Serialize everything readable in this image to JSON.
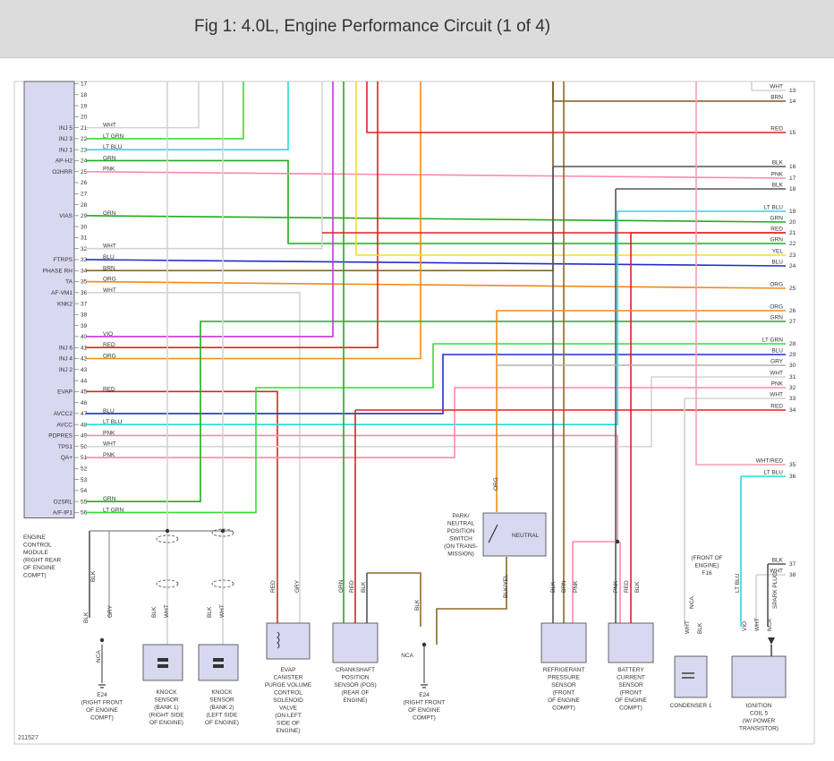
{
  "title": "Fig 1: 4.0L, Engine Performance Circuit (1 of 4)",
  "figure_number": "211527",
  "colors": {
    "WHT": "#d3d3d3",
    "LTGRN": "#33dd33",
    "LTBLU": "#22dddd",
    "GRN": "#22aa22",
    "PNK": "#ff88aa",
    "BLU": "#1f2fcf",
    "BRN": "#7a5a20",
    "ORG": "#f08a1c",
    "VIO": "#cc33dd",
    "RED": "#e02020",
    "GRY": "#b0b0b0",
    "YEL": "#f0e020",
    "BLK": "#555555",
    "DKBRN": "#8a6a2a",
    "LIGHTPNK": "#f4a0b0",
    "BOX": "#d8d8f0"
  },
  "ecm": {
    "label_lines": [
      "ENGINE",
      "CONTROL",
      "MODULE",
      "(RIGHT REAR",
      "OF ENGINE",
      "COMPT)"
    ],
    "pins": [
      {
        "num": "17",
        "label": "",
        "color": ""
      },
      {
        "num": "18",
        "label": "",
        "color": ""
      },
      {
        "num": "19",
        "label": "",
        "color": ""
      },
      {
        "num": "20",
        "label": "",
        "color": ""
      },
      {
        "num": "21",
        "label": "INJ 5",
        "color": "WHT"
      },
      {
        "num": "22",
        "label": "INJ 3",
        "color": "LT GRN"
      },
      {
        "num": "23",
        "label": "INJ 1",
        "color": "LT BLU"
      },
      {
        "num": "24",
        "label": "AP-H2",
        "color": "GRN"
      },
      {
        "num": "25",
        "label": "O2HRR",
        "color": "PNK"
      },
      {
        "num": "26",
        "label": "",
        "color": ""
      },
      {
        "num": "27",
        "label": "",
        "color": ""
      },
      {
        "num": "28",
        "label": "",
        "color": ""
      },
      {
        "num": "29",
        "label": "VIAS",
        "color": "GRN"
      },
      {
        "num": "30",
        "label": "",
        "color": ""
      },
      {
        "num": "31",
        "label": "",
        "color": ""
      },
      {
        "num": "32",
        "label": "",
        "color": "WHT"
      },
      {
        "num": "33",
        "label": "FTRPS",
        "color": "BLU"
      },
      {
        "num": "34",
        "label": "PHASE RH",
        "color": "BRN"
      },
      {
        "num": "35",
        "label": "TA",
        "color": "ORG"
      },
      {
        "num": "36",
        "label": "AF-VM1",
        "color": "WHT"
      },
      {
        "num": "37",
        "label": "KNK2",
        "color": ""
      },
      {
        "num": "38",
        "label": "",
        "color": ""
      },
      {
        "num": "39",
        "label": "",
        "color": ""
      },
      {
        "num": "40",
        "label": "",
        "color": "VIO"
      },
      {
        "num": "41",
        "label": "INJ 6",
        "color": "RED"
      },
      {
        "num": "42",
        "label": "INJ 4",
        "color": "ORG"
      },
      {
        "num": "43",
        "label": "INJ 2",
        "color": ""
      },
      {
        "num": "44",
        "label": "",
        "color": ""
      },
      {
        "num": "45",
        "label": "EVAP",
        "color": "RED"
      },
      {
        "num": "46",
        "label": "",
        "color": ""
      },
      {
        "num": "47",
        "label": "AVCC2",
        "color": "BLU"
      },
      {
        "num": "48",
        "label": "AVCC",
        "color": "LT BLU"
      },
      {
        "num": "49",
        "label": "PDPRES",
        "color": "PNK"
      },
      {
        "num": "50",
        "label": "TPS1",
        "color": "WHT"
      },
      {
        "num": "51",
        "label": "QA+",
        "color": "PNK"
      },
      {
        "num": "52",
        "label": "",
        "color": ""
      },
      {
        "num": "53",
        "label": "",
        "color": ""
      },
      {
        "num": "54",
        "label": "",
        "color": ""
      },
      {
        "num": "55",
        "label": "O2SRL",
        "color": "GRN"
      },
      {
        "num": "56",
        "label": "A/F-IP1",
        "color": "LT GRN"
      }
    ]
  },
  "right_terminals": [
    {
      "num": "13",
      "color": "WHT"
    },
    {
      "num": "14",
      "color": "BRN"
    },
    {
      "num": "15",
      "color": "RED"
    },
    {
      "num": "16",
      "color": "BLK"
    },
    {
      "num": "17",
      "color": "PNK"
    },
    {
      "num": "18",
      "color": "BLK"
    },
    {
      "num": "19",
      "color": "LT BLU"
    },
    {
      "num": "20",
      "color": "GRN"
    },
    {
      "num": "21",
      "color": "RED"
    },
    {
      "num": "22",
      "color": "GRN"
    },
    {
      "num": "23",
      "color": "YEL"
    },
    {
      "num": "24",
      "color": "BLU"
    },
    {
      "num": "25",
      "color": "ORG"
    },
    {
      "num": "26",
      "color": "ORG"
    },
    {
      "num": "27",
      "color": "GRN"
    },
    {
      "num": "28",
      "color": "LT GRN"
    },
    {
      "num": "29",
      "color": "BLU"
    },
    {
      "num": "30",
      "color": "GRY"
    },
    {
      "num": "31",
      "color": "WHT"
    },
    {
      "num": "32",
      "color": "PNK"
    },
    {
      "num": "33",
      "color": "WHT"
    },
    {
      "num": "34",
      "color": "RED"
    },
    {
      "num": "35",
      "color": "WHT/RED"
    },
    {
      "num": "36",
      "color": "LT BLU"
    },
    {
      "num": "37",
      "color": "BLK"
    },
    {
      "num": "38",
      "color": "WHT"
    }
  ],
  "components": {
    "e24_left": [
      "E24",
      "(RIGHT FRONT",
      "OF ENGINE",
      "COMPT)"
    ],
    "knock1": [
      "KNOCK",
      "SENSOR",
      "(BANK 1)",
      "(RIGHT SIDE",
      "OF ENGINE)"
    ],
    "knock2": [
      "KNOCK",
      "SENSOR",
      "(BANK 2)",
      "(LEFT SIDE",
      "OF ENGINE)"
    ],
    "evap": [
      "EVAP",
      "CANISTER",
      "PURGE VOLUME",
      "CONTROL",
      "SOLENOID",
      "VALVE",
      "(ON LEFT",
      "SIDE OF",
      "ENGINE)"
    ],
    "ckp": [
      "CRANKSHAFT",
      "POSITION",
      "SENSOR (POS)",
      "(REAR OF",
      "ENGINE)"
    ],
    "e24_mid": [
      "E24",
      "(RIGHT FRONT",
      "OF ENGINE",
      "COMPT)"
    ],
    "pnp": [
      "PARK/",
      "NEUTRAL",
      "POSITION",
      "SWITCH",
      "(ON TRANS-",
      "MISSION)"
    ],
    "pnp_neutral": "NEUTRAL",
    "refrig": [
      "REFRIGERANT",
      "PRESSURE",
      "SENSOR",
      "(FRONT",
      "OF ENGINE",
      "COMPT)"
    ],
    "battery": [
      "BATTERY",
      "CURRENT",
      "SENSOR",
      "(FRONT",
      "OF ENGINE",
      "COMPT)"
    ],
    "f16": [
      "(FRONT OF",
      "ENGINE)",
      "F16"
    ],
    "condenser": [
      "CONDENSER 1"
    ],
    "coil": [
      "IGNITION",
      "COIL 5",
      "(W/ POWER",
      "TRANSISTOR)"
    ]
  },
  "wire_tags": {
    "nca": "NCA",
    "spark_plug": "SPARK PLUG",
    "blk": "BLK",
    "gry": "GRY",
    "wht": "WHT",
    "red": "RED",
    "grn": "GRN",
    "pnk": "PNK",
    "brn": "BRN",
    "blkyel": "BLK/YEL",
    "ltblu": "LT BLU",
    "vio": "VIO",
    "org": "ORG"
  }
}
